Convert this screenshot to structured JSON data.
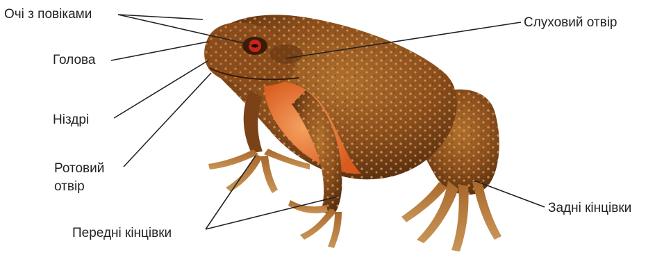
{
  "labels": {
    "eyes": "Очі з повіками",
    "head": "Голова",
    "nostrils": "Ніздрі",
    "mouth_line1": "Ротовий",
    "mouth_line2": "отвір",
    "ear": "Слуховий отвір",
    "front_limbs": "Передні кінцівки",
    "hind_limbs": "Задні кінцівки"
  },
  "colors": {
    "skin_dark": "#6b3a12",
    "skin_mid": "#9a5a20",
    "skin_light": "#c08040",
    "belly": "#e8722a",
    "eye": "#c8261a",
    "leader_line": "#222222"
  }
}
